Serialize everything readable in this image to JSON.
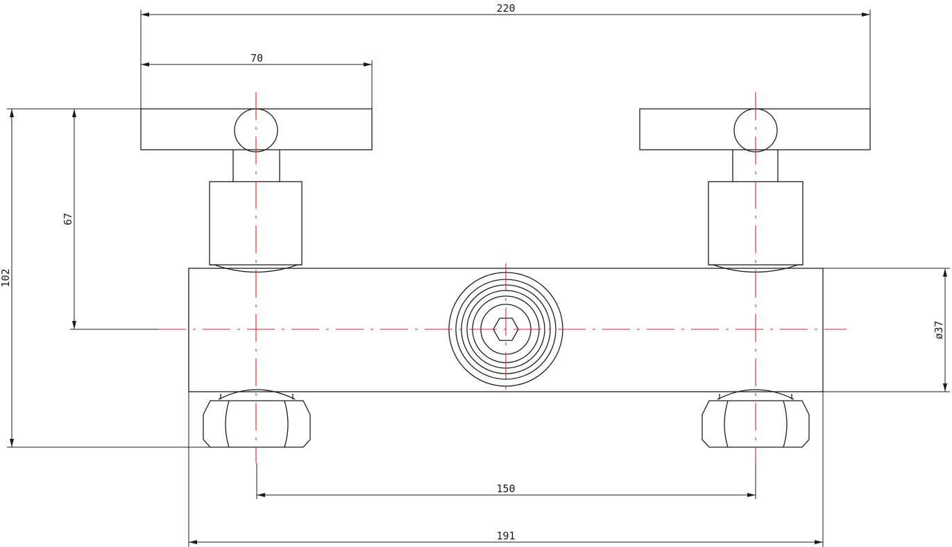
{
  "drawing": {
    "line_color": "#1a1a1a",
    "centerline_color": "#e0202a",
    "dimensions": {
      "overall_width": "220",
      "handle_length": "70",
      "overall_height": "102",
      "handle_to_center": "67",
      "body_diameter": "ø37",
      "inlet_centers": "150",
      "body_width": "191"
    }
  }
}
